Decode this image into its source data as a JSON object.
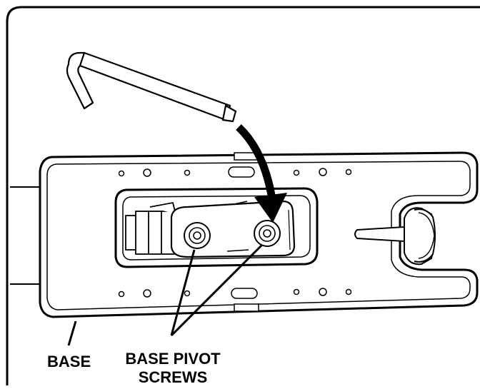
{
  "illustration": {
    "subject": "jigsaw base adjustment with hex key",
    "colors": {
      "line": "#000000",
      "fill": "#ffffff"
    }
  },
  "callouts": {
    "base": "BASE",
    "pivot_screws_line1": "BASE PIVOT",
    "pivot_screws_line2": "SCREWS"
  }
}
